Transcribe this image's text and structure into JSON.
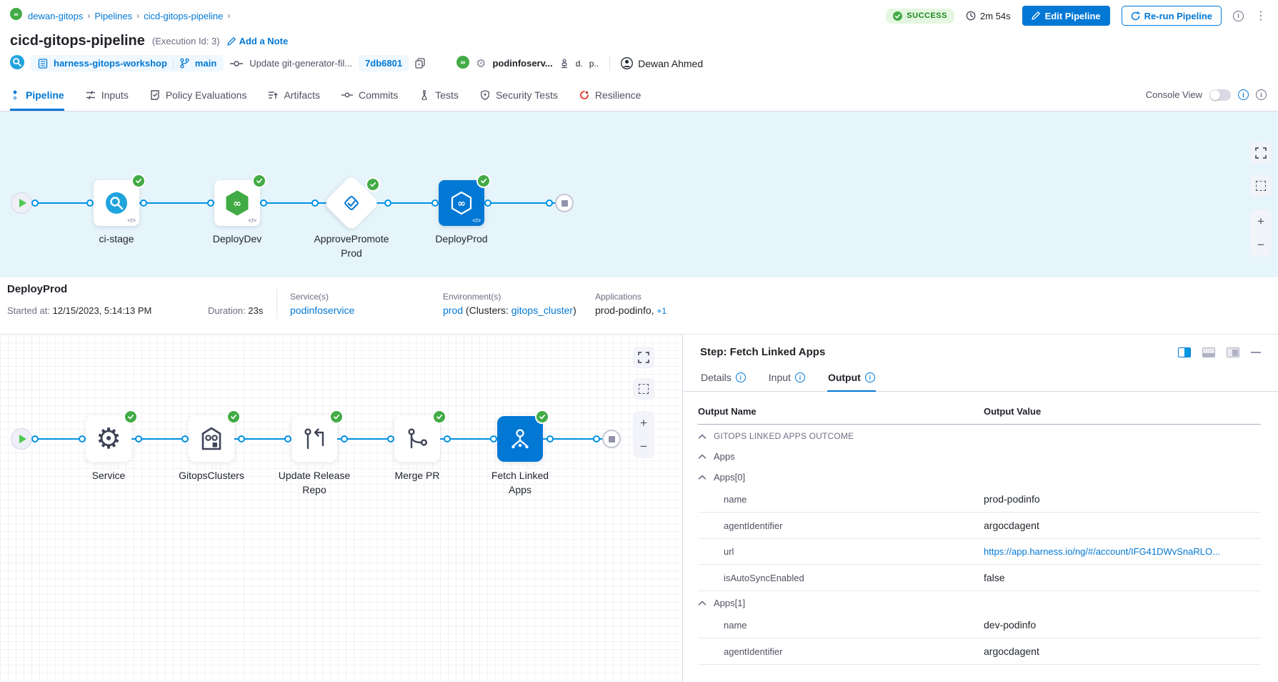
{
  "topbar": {
    "breadcrumb": [
      "dewan-gitops",
      "Pipelines",
      "cicd-gitops-pipeline"
    ],
    "status": "SUCCESS",
    "duration": "2m 54s",
    "edit_button": "Edit Pipeline",
    "rerun_button": "Re-run Pipeline"
  },
  "header": {
    "title": "cicd-gitops-pipeline",
    "execution_id": "(Execution Id: 3)",
    "add_note": "Add a Note",
    "repo": "harness-gitops-workshop",
    "branch": "main",
    "commit_message": "Update git-generator-fil...",
    "commit_sha": "7db6801",
    "service_truncated": "podinfoserv...",
    "env_truncated_1": "d.",
    "env_truncated_2": "p..",
    "user": "Dewan Ahmed"
  },
  "tabs": {
    "items": [
      {
        "label": "Pipeline"
      },
      {
        "label": "Inputs"
      },
      {
        "label": "Policy Evaluations"
      },
      {
        "label": "Artifacts"
      },
      {
        "label": "Commits"
      },
      {
        "label": "Tests"
      },
      {
        "label": "Security Tests"
      },
      {
        "label": "Resilience"
      }
    ],
    "console_view_label": "Console View"
  },
  "stage_graph": {
    "stages": [
      {
        "label": "ci-stage"
      },
      {
        "label": "DeployDev"
      },
      {
        "label": "ApprovePromoteProd"
      },
      {
        "label": "DeployProd"
      }
    ]
  },
  "details": {
    "stage_name": "DeployProd",
    "started_label": "Started at:",
    "started_value": "12/15/2023, 5:14:13 PM",
    "duration_label": "Duration:",
    "duration_value": "23s",
    "services_label": "Service(s)",
    "service": "podinfoservice",
    "environments_label": "Environment(s)",
    "environment": "prod",
    "clusters_prefix": " (Clusters: ",
    "cluster": "gitops_cluster",
    "clusters_suffix": ")",
    "applications_label": "Applications",
    "applications_value": "prod-podinfo,",
    "applications_more": "+1"
  },
  "exec_graph": {
    "steps": [
      {
        "label": "Service"
      },
      {
        "label": "GitopsClusters"
      },
      {
        "label": "Update Release Repo"
      },
      {
        "label": "Merge PR"
      },
      {
        "label": "Fetch Linked Apps"
      }
    ]
  },
  "panel": {
    "title": "Step: Fetch Linked Apps",
    "tabs": [
      {
        "label": "Details"
      },
      {
        "label": "Input"
      },
      {
        "label": "Output"
      }
    ],
    "col_name": "Output Name",
    "col_value": "Output Value",
    "rows": [
      {
        "type": "group",
        "level": 0,
        "name": "GITOPS LINKED APPS OUTCOME"
      },
      {
        "type": "group",
        "level": 1,
        "name": "Apps"
      },
      {
        "type": "group",
        "level": 2,
        "name": "Apps[0]"
      },
      {
        "type": "data",
        "name": "name",
        "value": "prod-podinfo"
      },
      {
        "type": "data",
        "name": "agentIdentifier",
        "value": "argocdagent"
      },
      {
        "type": "data",
        "name": "url",
        "value": "https://app.harness.io/ng/#/account/IFG41DWvSnaRLO...",
        "link": true
      },
      {
        "type": "data",
        "name": "isAutoSyncEnabled",
        "value": "false"
      },
      {
        "type": "group",
        "level": 2,
        "name": "Apps[1]"
      },
      {
        "type": "data",
        "name": "name",
        "value": "dev-podinfo"
      },
      {
        "type": "data",
        "name": "agentIdentifier",
        "value": "argocdagent"
      }
    ]
  },
  "colors": {
    "accent": "#0278D5",
    "edge": "#0092E4",
    "success": "#42AB45",
    "success_badge_bg": "#E4F7E1",
    "success_badge_text": "#1B841D",
    "canvas_bg": "#E6F4FB"
  }
}
